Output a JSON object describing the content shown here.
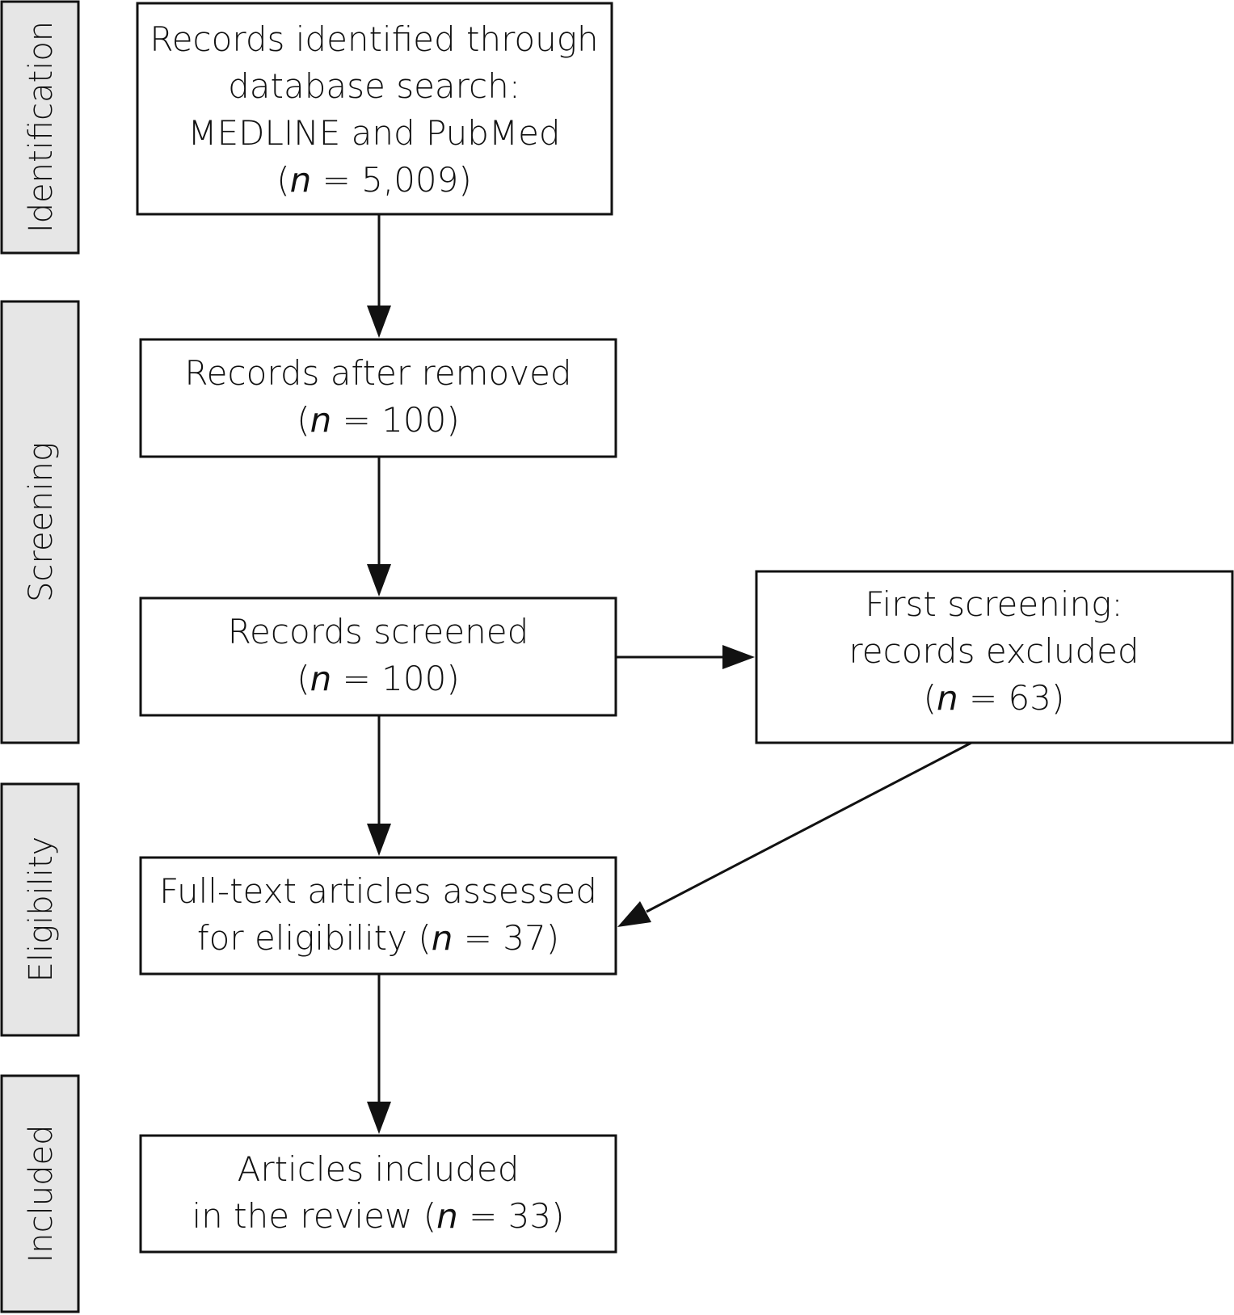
{
  "stages": [
    {
      "label": "Identification"
    },
    {
      "label": "Screening"
    },
    {
      "label": "Eligibility"
    },
    {
      "label": "Included"
    }
  ],
  "boxes": {
    "identified": {
      "lines": [
        "Records identified through",
        "database search:",
        "MEDLINE and PubMed"
      ],
      "n": "5,009"
    },
    "after_removed": {
      "lines": [
        "Records after removed"
      ],
      "n": "100"
    },
    "screened": {
      "lines": [
        "Records screened"
      ],
      "n": "100"
    },
    "excluded": {
      "lines": [
        "First screening:",
        "records excluded"
      ],
      "n": "63"
    },
    "full_text": {
      "lines": [
        "Full-text articles assessed"
      ],
      "prefix": "for eligibility",
      "n": "37"
    },
    "included": {
      "lines": [
        "Articles included"
      ],
      "prefix": "in the review",
      "n": "33"
    }
  },
  "n_symbol": "n",
  "colors": {
    "stage_fill": "#e6e6e6",
    "stroke": "#111111"
  }
}
